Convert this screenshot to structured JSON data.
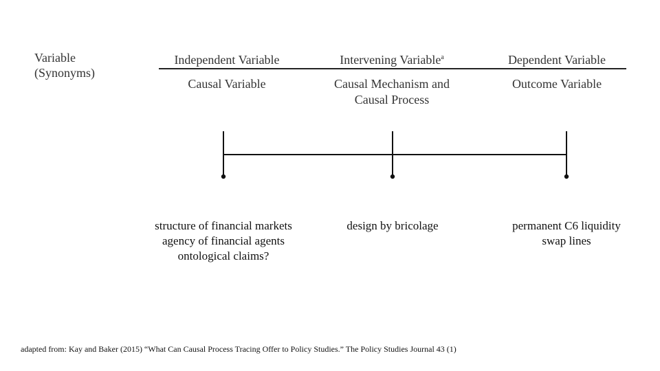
{
  "row_label": {
    "line1": "Variable",
    "line2": "(Synonyms)"
  },
  "columns": [
    {
      "heading": "Independent Variable",
      "heading_sup": "",
      "synonyms": [
        "Causal Variable"
      ],
      "examples": [
        "structure of financial markets",
        "agency of financial agents",
        "ontological claims?"
      ]
    },
    {
      "heading": "Intervening Variable",
      "heading_sup": "a",
      "synonyms": [
        "Causal Mechanism and",
        "Causal Process"
      ],
      "examples": [
        "design by bricolage"
      ]
    },
    {
      "heading": "Dependent Variable",
      "heading_sup": "",
      "synonyms": [
        "Outcome Variable"
      ],
      "examples": [
        "permanent C6 liquidity",
        "swap lines"
      ]
    }
  ],
  "citation": "adapted from: Kay and Baker (2015) “What Can Causal Process Tracing Offer to Policy Studies.” The Policy Studies Journal 43 (1)",
  "colors": {
    "text": "#333333",
    "line": "#111111"
  }
}
